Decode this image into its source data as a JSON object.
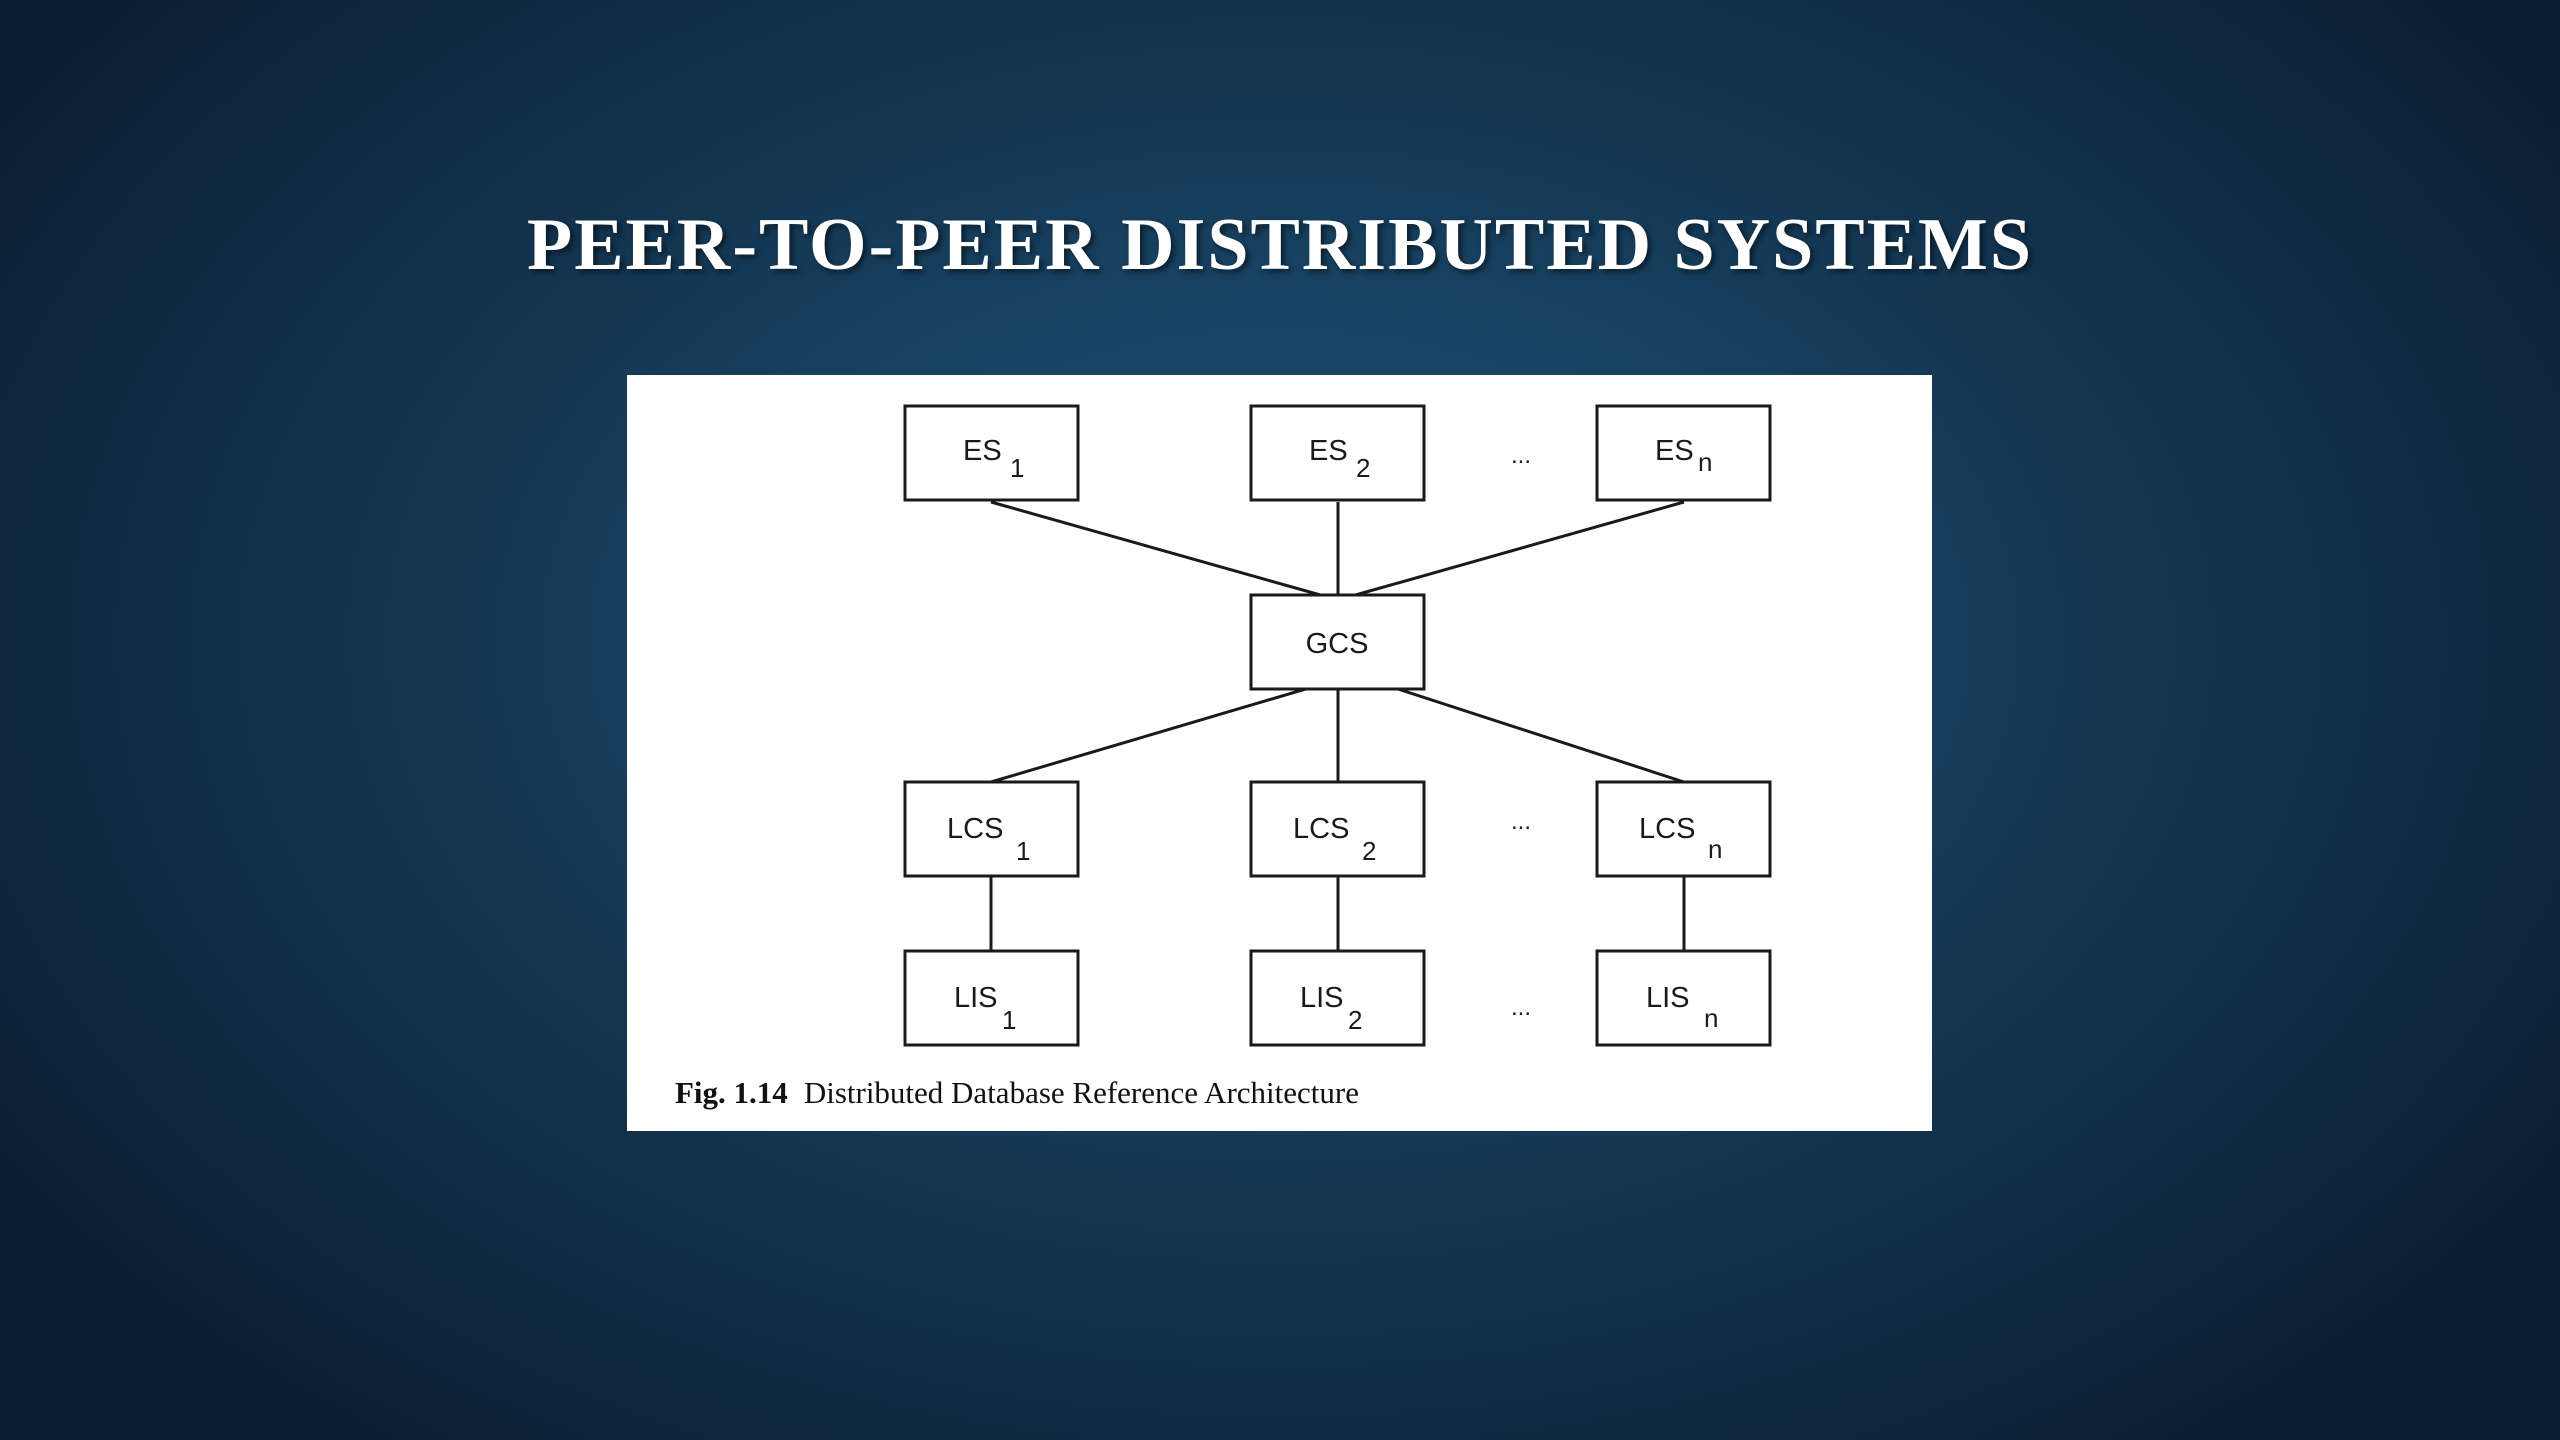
{
  "slide": {
    "title": "PEER-TO-PEER DISTRIBUTED SYSTEMS"
  },
  "diagram": {
    "nodes": {
      "es1": {
        "label": "ES",
        "sub": "1"
      },
      "es2": {
        "label": "ES",
        "sub": "2"
      },
      "esn": {
        "label": "ES",
        "sub": "n"
      },
      "gcs": {
        "label": "GCS",
        "sub": ""
      },
      "lcs1": {
        "label": "LCS",
        "sub": "1"
      },
      "lcs2": {
        "label": "LCS",
        "sub": "2"
      },
      "lcsn": {
        "label": "LCS",
        "sub": "n"
      },
      "lis1": {
        "label": "LIS",
        "sub": "1"
      },
      "lis2": {
        "label": "LIS",
        "sub": "2"
      },
      "lisn": {
        "label": "LIS",
        "sub": "n"
      }
    },
    "ellipsis": "...",
    "caption": {
      "number": "Fig. 1.14",
      "text": "Distributed Database Reference Architecture"
    }
  }
}
